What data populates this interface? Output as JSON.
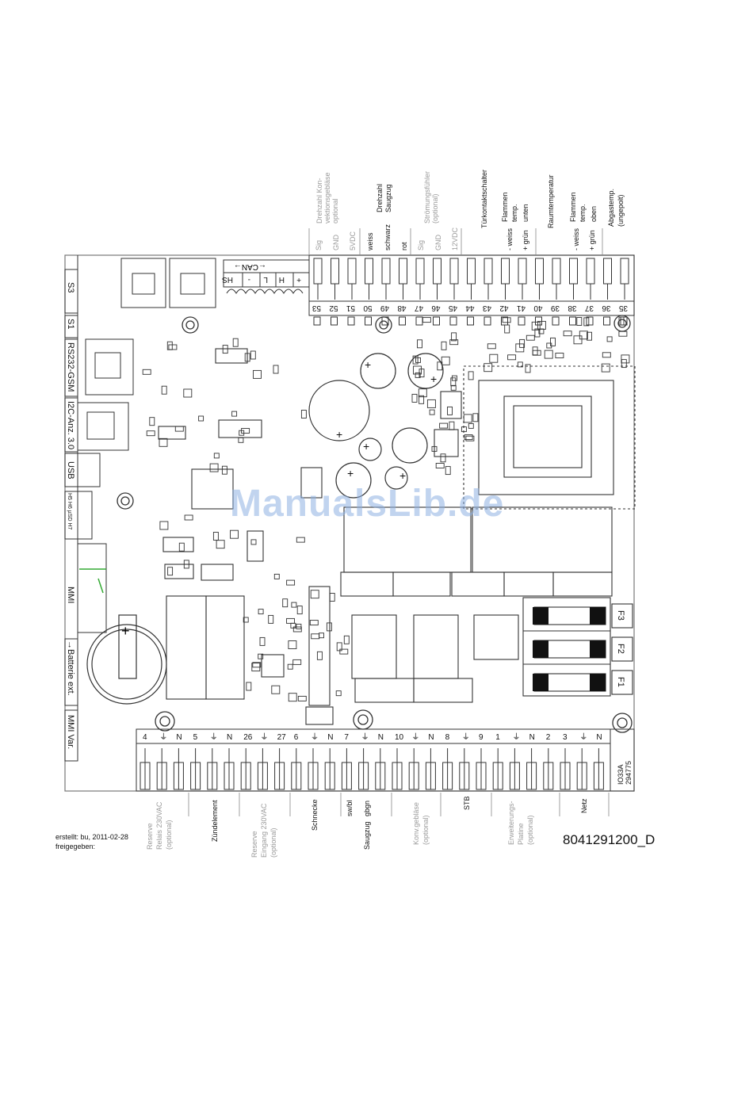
{
  "document_number": "8041291200_D",
  "footer": {
    "created": "erstellt: bu, 2011-02-28",
    "approved": "freigegeben:"
  },
  "watermark": "ManualsLib.de",
  "top_labels": [
    {
      "text": "Drehzahl Kon-",
      "grey": true
    },
    {
      "text": "vektionsgebläse",
      "grey": true
    },
    {
      "text": "optional",
      "grey": true
    },
    {
      "text": "Drehzahl",
      "grey": false
    },
    {
      "text": "Saugzug",
      "grey": false
    },
    {
      "text": "Strömungsfühler",
      "grey": true
    },
    {
      "text": "(optional)",
      "grey": true
    },
    {
      "text": "Türkontaktschalter",
      "grey": false
    },
    {
      "text": "Flammen",
      "grey": false
    },
    {
      "text": "temp.",
      "grey": false
    },
    {
      "text": "unten",
      "grey": false
    },
    {
      "text": "Raumtemperatur",
      "grey": false
    },
    {
      "text": "Flammen",
      "grey": false
    },
    {
      "text": "temp.",
      "grey": false
    },
    {
      "text": "oben",
      "grey": false
    },
    {
      "text": "Abgastemp.",
      "grey": false
    },
    {
      "text": "(ungepolt)",
      "grey": false
    }
  ],
  "top_wire_labels": [
    {
      "text": "Sig",
      "grey": true
    },
    {
      "text": "GND",
      "grey": true
    },
    {
      "text": "5VDC",
      "grey": true
    },
    {
      "text": "weiss",
      "grey": false
    },
    {
      "text": "schwarz",
      "grey": false
    },
    {
      "text": "rot",
      "grey": false
    },
    {
      "text": "Sig",
      "grey": true
    },
    {
      "text": "GND",
      "grey": true
    },
    {
      "text": "12VDC",
      "grey": true
    },
    {
      "text": "- weiss",
      "grey": false
    },
    {
      "text": "+ grün",
      "grey": false
    },
    {
      "text": "- weiss",
      "grey": false
    },
    {
      "text": "+ grün",
      "grey": false
    }
  ],
  "top_terminals": [
    "53",
    "52",
    "51",
    "50",
    "49",
    "48",
    "47",
    "46",
    "45",
    "44",
    "43",
    "42",
    "41",
    "40",
    "39",
    "38",
    "37",
    "36",
    "35"
  ],
  "left_labels": [
    "S3",
    "S1",
    "RS232-GSM",
    "I2C-Anz. 3.0",
    "USB",
    "H5 H6 µSD H7",
    "MMI",
    "→Batterie ext.",
    "MMI Var."
  ],
  "can_header": {
    "title": "←CAN→",
    "pins": [
      "HS",
      "-",
      "L",
      "H",
      "+"
    ]
  },
  "fuses": [
    "F3",
    "F2",
    "F1"
  ],
  "bottom_terminals": [
    "4",
    "⏚",
    "N",
    "5",
    "⏚",
    "N",
    "26",
    "⏚",
    "27",
    "6",
    "⏚",
    "N",
    "7",
    "⏚",
    "N",
    "10",
    "⏚",
    "N",
    "8",
    "⏚",
    "9",
    "1",
    "⏚",
    "N",
    "2",
    "3",
    "⏚",
    "N"
  ],
  "board_id": [
    "IO33A",
    "294775"
  ],
  "bottom_labels": [
    {
      "text": "Reserve",
      "grey": true
    },
    {
      "text": "Relais 230VAC",
      "grey": true
    },
    {
      "text": "(optional)",
      "grey": true
    },
    {
      "text": "Zündelement",
      "grey": false
    },
    {
      "text": "Reserve",
      "grey": true
    },
    {
      "text": "Eingang 230VAC",
      "grey": true
    },
    {
      "text": "(optional)",
      "grey": true
    },
    {
      "text": "Schnecke",
      "grey": false
    },
    {
      "text": "sw/bl",
      "grey": false
    },
    {
      "text": "Saugzug",
      "grey": false
    },
    {
      "text": "gbgn",
      "grey": false
    },
    {
      "text": "Konv.gebläse",
      "grey": true
    },
    {
      "text": "(optional)",
      "grey": true
    },
    {
      "text": "STB",
      "grey": false
    },
    {
      "text": "Erweiterungs-",
      "grey": true
    },
    {
      "text": "Platine",
      "grey": true
    },
    {
      "text": "(optional)",
      "grey": true
    },
    {
      "text": "Netz",
      "grey": false
    }
  ],
  "colors": {
    "line": "#222222",
    "grey_text": "#9a9a9a",
    "watermark": "#8fb1e3",
    "board_outline": "#666666"
  }
}
